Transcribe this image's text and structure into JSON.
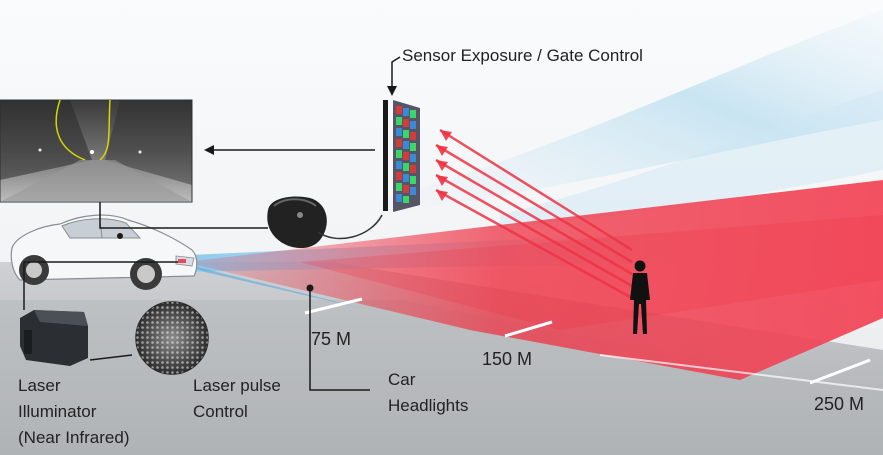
{
  "labels": {
    "sensor_control": "Sensor Exposure / Gate Control",
    "laser_illuminator": [
      "Laser",
      "Illuminator",
      "(Near Infrared)"
    ],
    "laser_pulse": [
      "Laser pulse",
      "Control"
    ],
    "car_headlights": [
      "Car",
      "Headlights"
    ]
  },
  "distances": [
    "75 M",
    "150 M",
    "250 M"
  ],
  "colors": {
    "laser_beam": "#ee3344",
    "headlight_beam": "#7fc3ea",
    "sensor_stripe": "#1a1a1a",
    "leader_lines": "#1a1a1a"
  }
}
